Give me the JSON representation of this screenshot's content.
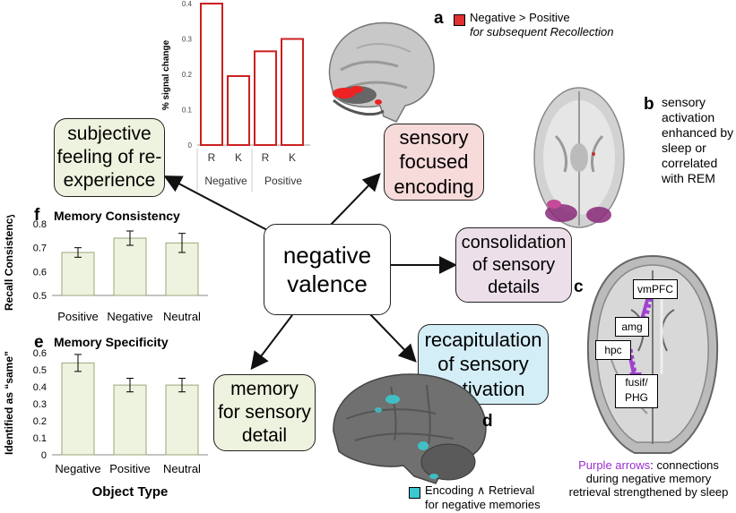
{
  "center": {
    "label_line1": "negative",
    "label_line2": "valence"
  },
  "boxes": {
    "subjective": {
      "line1": "subjective",
      "line2": "feeling of re-",
      "line3": "experience"
    },
    "sensory_encoding": {
      "line1": "sensory",
      "line2": "focused",
      "line3": "encoding"
    },
    "consolidation": {
      "line1": "consolidation",
      "line2": "of sensory",
      "line3": "details"
    },
    "recapitulation": {
      "line1": "recapitulation",
      "line2": "of sensory",
      "line3": "activation"
    },
    "memory_detail": {
      "line1": "memory",
      "line2": "for sensory",
      "line3": "detail"
    }
  },
  "panel_a": {
    "letter": "a",
    "legend_line1": "Negative  > Positive",
    "legend_line2": "for subsequent Recollection",
    "legend_color": "#e03030"
  },
  "panel_b": {
    "letter": "b",
    "text_lines": [
      "sensory",
      "activation",
      "enhanced by",
      "sleep or",
      "correlated",
      "with REM"
    ]
  },
  "panel_c": {
    "letter": "c",
    "nodes": {
      "vmpfc": "vmPFC",
      "amg": "amg",
      "hpc": "hpc",
      "fusif_line1": "fusif/",
      "fusif_line2": "PHG"
    },
    "caption_highlight": "Purple arrows",
    "caption_rest": ": connections",
    "caption_line2": "during negative memory",
    "caption_line3": "retrieval strengthened by sleep",
    "arrow_color": "#a040d0"
  },
  "panel_d": {
    "letter": "d",
    "legend_line1": "Encoding ∧ Retrieval",
    "legend_line2": "for negative memories",
    "legend_color": "#3cc8d0"
  },
  "chart_data": [
    {
      "type": "bar",
      "ylabel": "% signal change",
      "ylim": [
        0,
        0.4
      ],
      "ticks": [
        "0",
        "0.1",
        "0.2",
        "0.3",
        "0.4"
      ],
      "categories": [
        "R",
        "K",
        "R",
        "K"
      ],
      "groups": [
        "Negative",
        "Positive"
      ],
      "values": [
        0.4,
        0.195,
        0.265,
        0.3
      ],
      "bar_color": "#cc2020"
    },
    {
      "type": "bar",
      "title": "Memory Consistency",
      "panel": "f",
      "ylabel": "Recall Consistency",
      "ylim": [
        0.5,
        0.8
      ],
      "ticks": [
        "0.5",
        "0.6",
        "0.7",
        "0.8"
      ],
      "categories": [
        "Positive",
        "Negative",
        "Neutral"
      ],
      "values": [
        0.68,
        0.74,
        0.72
      ],
      "errors": [
        0.02,
        0.03,
        0.04
      ]
    },
    {
      "type": "bar",
      "title": "Memory Specificity",
      "panel": "e",
      "ylabel": "Identified as “same”",
      "xlabel": "Object Type",
      "ylim": [
        0,
        0.6
      ],
      "ticks": [
        "0",
        "0.1",
        "0.2",
        "0.3",
        "0.4",
        "0.5",
        "0.6"
      ],
      "categories": [
        "Negative",
        "Positive",
        "Neutral"
      ],
      "values": [
        0.54,
        0.41,
        0.41
      ],
      "errors": [
        0.05,
        0.04,
        0.04
      ]
    }
  ]
}
